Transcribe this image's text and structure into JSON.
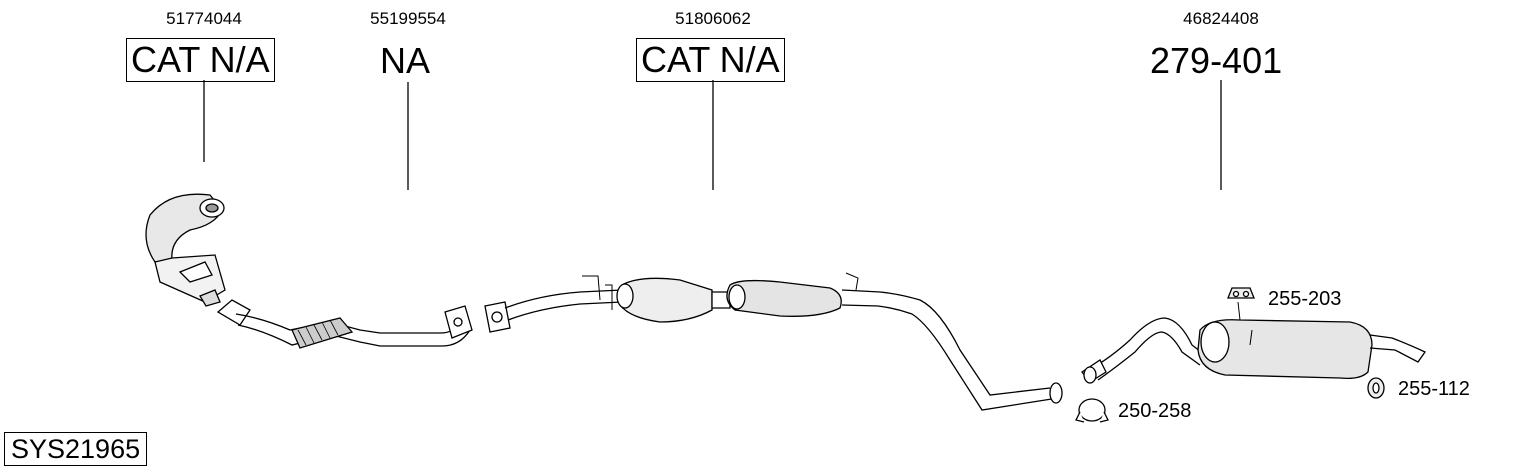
{
  "system_code": "SYS21965",
  "parts": [
    {
      "oem": "51774044",
      "label": "CAT N/A",
      "boxed": true
    },
    {
      "oem": "55199554",
      "label": "NA",
      "boxed": false
    },
    {
      "oem": "51806062",
      "label": "CAT N/A",
      "boxed": true
    },
    {
      "oem": "46824408",
      "label": "279-401",
      "boxed": false
    }
  ],
  "accessories": [
    {
      "label": "255-203",
      "icon": "rubber-hanger-icon"
    },
    {
      "label": "255-112",
      "icon": "rubber-ring-icon"
    },
    {
      "label": "250-258",
      "icon": "pipe-clamp-icon"
    }
  ]
}
